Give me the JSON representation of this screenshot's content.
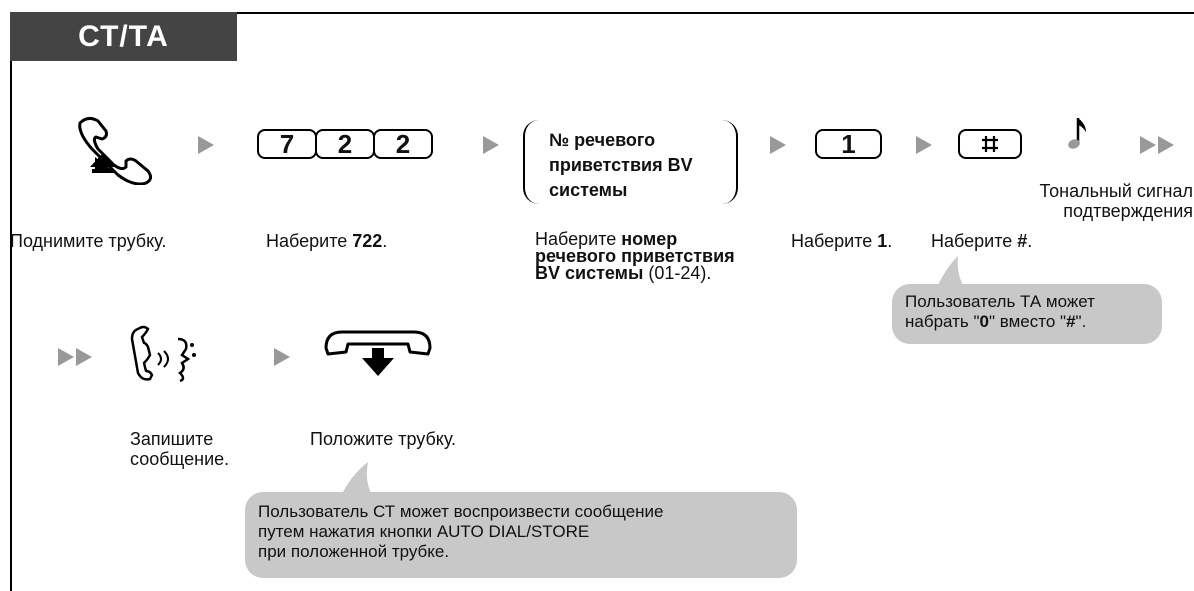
{
  "header": {
    "tab_label": "СТ/ТА"
  },
  "keys": {
    "digits": [
      "7",
      "2",
      "2"
    ],
    "one": "1",
    "hash_symbol": "⌗"
  },
  "parameter_box": {
    "line1": "№ речевого",
    "line2": "приветствия BV",
    "line3": "системы"
  },
  "steps": {
    "off_hook": "Поднимите трубку.",
    "dial_prefix": "Наберите ",
    "dial_722": "722",
    "dial_suffix": ".",
    "param_prefix": "Наберите ",
    "param_bold_1": "номер",
    "param_bold_2": "речевого приветствия",
    "param_bold_3": "BV системы",
    "param_range": " (01-24).",
    "dial_1_prefix": "Наберите ",
    "dial_1": "1",
    "dial_1_suffix": ".",
    "dial_hash_prefix": "Наберите ",
    "dial_hash": "#",
    "dial_hash_suffix": ".",
    "tone_line1": "Тональный сигнал",
    "tone_line2": "подтверждения",
    "record_line1": "Запишите",
    "record_line2": "сообщение.",
    "on_hook": "Положите трубку."
  },
  "notes": {
    "ta_line1": "Пользователь ТА может",
    "ta_line2_a": "набрать \"",
    "ta_line2_b": "0",
    "ta_line2_c": "\" вместо \"",
    "ta_line2_d": "#",
    "ta_line2_e": "\".",
    "ct_line1": "Пользователь СТ может воспроизвести сообщение",
    "ct_line2": "путем нажатия кнопки AUTO DIAL/STORE",
    "ct_line3": "при положенной трубке."
  },
  "colors": {
    "tab_bg": "#444444",
    "bubble_bg": "#c8c8c8",
    "arrow": "#999999"
  }
}
